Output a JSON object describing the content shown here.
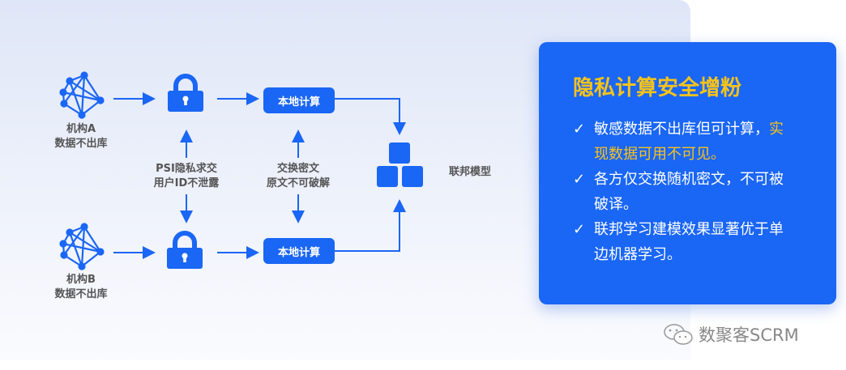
{
  "diagram": {
    "org_a": {
      "name": "机构A",
      "note": "数据不出库"
    },
    "org_b": {
      "name": "机构B",
      "note": "数据不出库"
    },
    "psi": {
      "line1": "PSI隐私求交",
      "line2": "用户ID不泄露"
    },
    "exchange": {
      "line1": "交换密文",
      "line2": "原文不可破解"
    },
    "local_compute_a": "本地计算",
    "local_compute_b": "本地计算",
    "federated_model": "联邦模型",
    "accent_color": "#1a66f5"
  },
  "card": {
    "title": "隐私计算安全增粉",
    "bullets": [
      {
        "text": "敏感数据不出库但可计算，",
        "highlight": "实现数据可用不可见。"
      },
      {
        "text": "各方仅交换随机密文，不可被破译。"
      },
      {
        "text": "联邦学习建模效果显著优于单边机器学习。"
      }
    ],
    "check": "✓"
  },
  "watermark": "数聚客SCRM"
}
